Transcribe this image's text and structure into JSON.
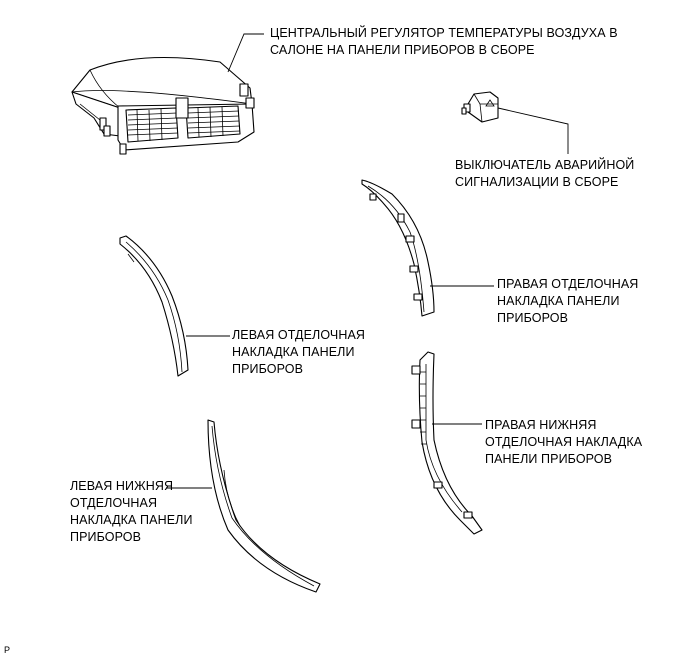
{
  "labels": {
    "center_register": [
      "ЦЕНТРАЛЬНЫЙ РЕГУЛЯТОР ТЕМПЕРАТУРЫ ВОЗДУХА В",
      "САЛОНЕ НА ПАНЕЛИ ПРИБОРОВ В СБОРЕ"
    ],
    "hazard_switch": [
      "ВЫКЛЮЧАТЕЛЬ АВАРИЙНОЙ",
      "СИГНАЛИЗАЦИИ В СБОРЕ"
    ],
    "right_garnish": [
      "ПРАВАЯ ОТДЕЛОЧНАЯ",
      "НАКЛАДКА ПАНЕЛИ",
      "ПРИБОРОВ"
    ],
    "left_garnish": [
      "ЛЕВАЯ ОТДЕЛОЧНАЯ",
      "НАКЛАДКА ПАНЕЛИ",
      "ПРИБОРОВ"
    ],
    "right_lower_garnish": [
      "ПРАВАЯ НИЖНЯЯ",
      "ОТДЕЛОЧНАЯ НАКЛАДКА",
      "ПАНЕЛИ ПРИБОРОВ"
    ],
    "left_lower_garnish": [
      "ЛЕВАЯ НИЖНЯЯ",
      "ОТДЕЛОЧНАЯ",
      "НАКЛАДКА ПАНЕЛИ",
      "ПРИБОРОВ"
    ]
  },
  "figure_code": "P"
}
